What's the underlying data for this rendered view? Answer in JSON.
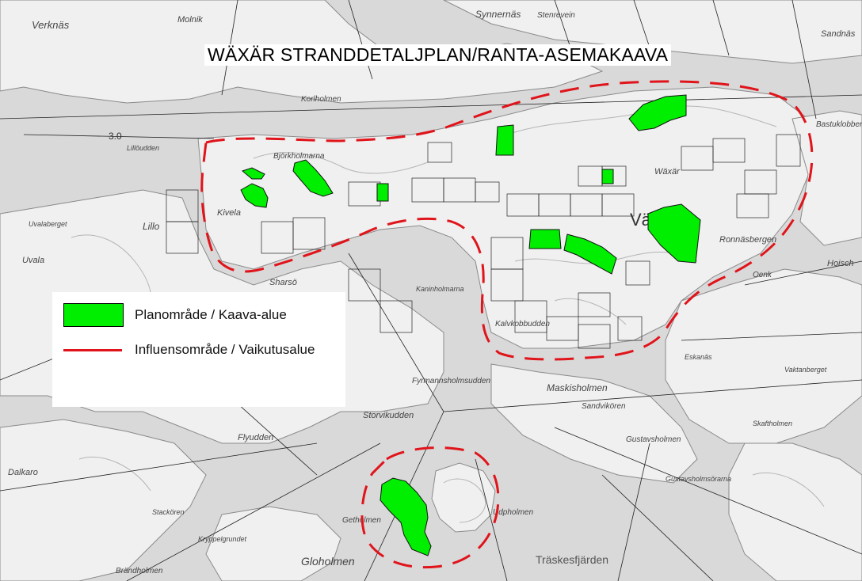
{
  "map": {
    "title": "WÄXÄR STRANDDETALJPLAN/RANTA-ASEMAKAAVA",
    "colors": {
      "water": "#d9d9d9",
      "land": "#f0f0f0",
      "plan_area": "#00ee00",
      "influence_boundary": "#e0141b"
    },
    "legend": [
      {
        "label": "Planområde / Kaava-alue",
        "symbol": "green-fill"
      },
      {
        "label": "Influensområde / Vaikutusalue",
        "symbol": "red-dashed-line"
      }
    ],
    "place_names": [
      "Synnernäs",
      "Stenrevein",
      "Verknäs",
      "Molnik",
      "Sandnäs",
      "Korlholmen",
      "Bastuklobben",
      "Björkholmarna",
      "Kivela",
      "Lillo",
      "Uvala",
      "Sharsö",
      "Kaninholmarna",
      "Kalvkobbudden",
      "Fyrmannsholmsudden",
      "Maskisholmen",
      "Sandvikören",
      "Gustavsholmen",
      "Flyudden",
      "Storvikudden",
      "Dalkaro",
      "Getholmen",
      "Kryppelgrundet",
      "Gloholmen",
      "Träskesfjärden",
      "Gustavsholmsörarna",
      "Ronnäsbergen",
      "Wäxär",
      "Oenk",
      "Hoisch",
      "Brändholmen",
      "Stackören",
      "Udpholmen",
      "Vaktanberget",
      "Eskanäs",
      "Lillöudden",
      "Uvalaberget",
      "Skaftholmen"
    ],
    "grid_label": "3.0"
  }
}
